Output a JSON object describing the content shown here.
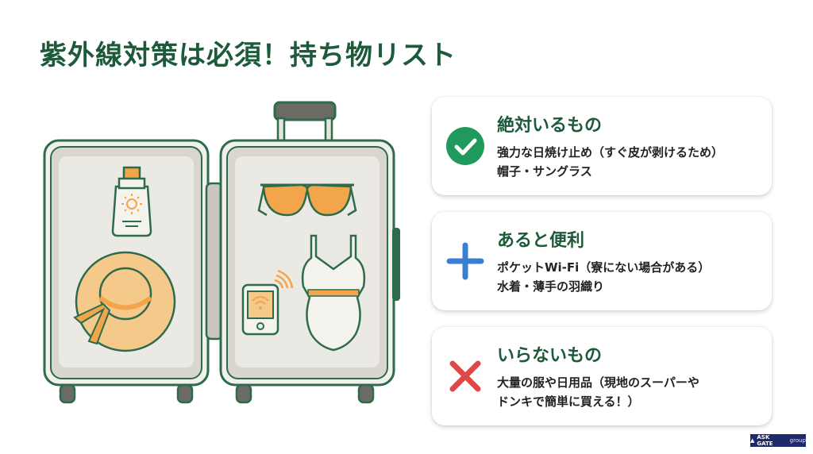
{
  "title": "紫外線対策は必須！持ち物リスト",
  "illustration": {
    "subject": "open suitcase",
    "items": [
      "sunscreen-bottle",
      "sun-hat",
      "sunglasses",
      "pocket-wifi",
      "swimsuit"
    ]
  },
  "cards": [
    {
      "icon": "check-circle-icon",
      "heading": "絶対いるもの",
      "lines": [
        "強力な日焼け止め（すぐ皮が剥けるため）",
        "帽子・サングラス"
      ]
    },
    {
      "icon": "plus-icon",
      "heading": "あると便利",
      "lines": [
        "ポケットWi-Fi（寮にない場合がある）",
        "水着・薄手の羽織り"
      ]
    },
    {
      "icon": "cross-icon",
      "heading": "いらないもの",
      "lines": [
        "大量の服や日用品（現地のスーパーや",
        "ドンキで簡単に買える！）"
      ]
    }
  ],
  "logo": {
    "brand": "ASK GATE",
    "suffix": "group"
  },
  "colors": {
    "title_green": "#1d5a3a",
    "check_green": "#1f9a5c",
    "plus_blue": "#3b7fd4",
    "cross_red": "#e04848",
    "accent_orange": "#f2a54a",
    "outline_green": "#2e6b4a"
  }
}
